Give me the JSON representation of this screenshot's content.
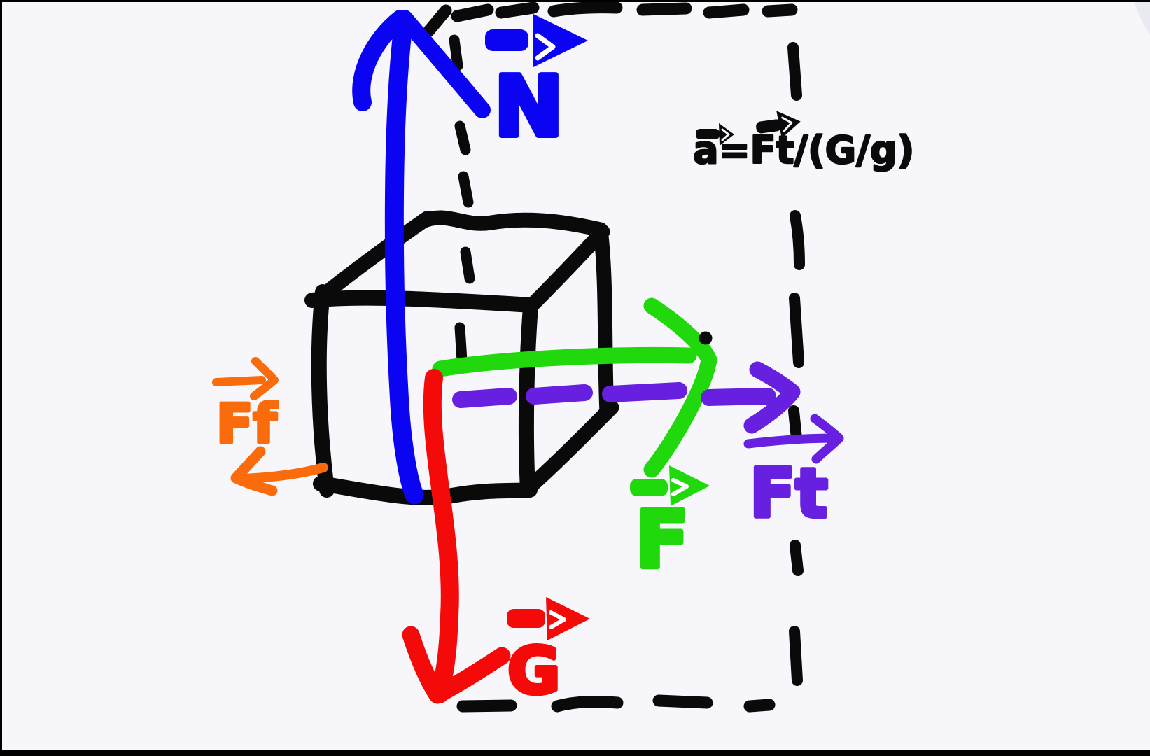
{
  "diagram": {
    "kind": "free-body-diagram-sketch",
    "background_color": "#f7f7fb",
    "ink_color": "#0a0a0a",
    "boundary": "dashed-rectangle",
    "object": "cube",
    "formula": {
      "text": "a=Ft/(G/g)",
      "vector_terms": [
        "a",
        "Ft"
      ],
      "color": "#0a0a0a"
    },
    "forces": [
      {
        "id": "normal",
        "label": "N",
        "color": "#0b04f2",
        "direction": "up",
        "line_style": "solid"
      },
      {
        "id": "friction",
        "label": "Ff",
        "color": "#f96b0b",
        "direction": "left",
        "line_style": "solid"
      },
      {
        "id": "applied",
        "label": "F",
        "color": "#21d80d",
        "direction": "right",
        "line_style": "solid"
      },
      {
        "id": "thrust",
        "label": "Ft",
        "color": "#671fe0",
        "direction": "right",
        "line_style": "dashed"
      },
      {
        "id": "gravity",
        "label": "G",
        "color": "#f40b09",
        "direction": "down",
        "line_style": "solid"
      }
    ],
    "icons": [
      "vector-arrow-stamp-blue",
      "vector-arrow-stamp-green",
      "vector-arrow-stamp-red",
      "vector-arrow-stamp-black-small",
      "hand-arrow-purple-small",
      "hand-arrow-orange-small"
    ]
  }
}
